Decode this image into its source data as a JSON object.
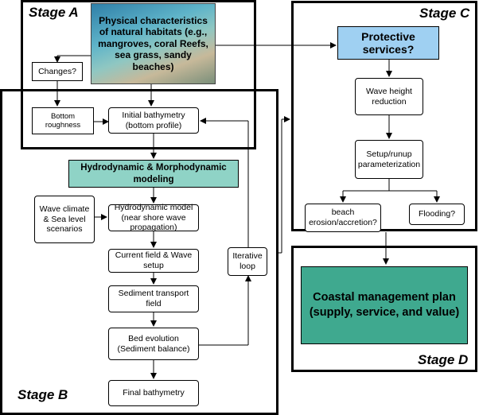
{
  "stages": {
    "a": "Stage A",
    "b": "Stage B",
    "c": "Stage C",
    "d": "Stage D"
  },
  "nodes": {
    "habitat": "Physical characteristics of natural habitats (e.g., mangroves, coral Reefs, sea grass, sandy beaches)",
    "changes": "Changes?",
    "bottom_roughness": "Bottom roughness",
    "initial_bathymetry": "Initial bathymetry (bottom profile)",
    "hydro_morpho": "Hydrodynamic & Morphodynamic modeling",
    "wave_climate": "Wave climate & Sea level scenarios",
    "hydro_model": "Hydrodynamic model (near shore wave propagation)",
    "current_field": "Current field & Wave setup",
    "sediment_transport": "Sediment transport field",
    "bed_evolution": "Bed evolution (Sediment balance)",
    "final_bathymetry": "Final bathymetry",
    "iterative_loop": "Iterative loop",
    "protective": "Protective services?",
    "wave_height": "Wave height reduction",
    "setup_runup": "Setup/runup parameterization",
    "beach_erosion": "beach erosion/accretion?",
    "flooding": "Flooding?",
    "plan": "Coastal management plan (supply, service, and value)"
  },
  "colors": {
    "protective": "#9fd0f2",
    "hydro": "#8fd3c6",
    "plan": "#3fa98f"
  }
}
